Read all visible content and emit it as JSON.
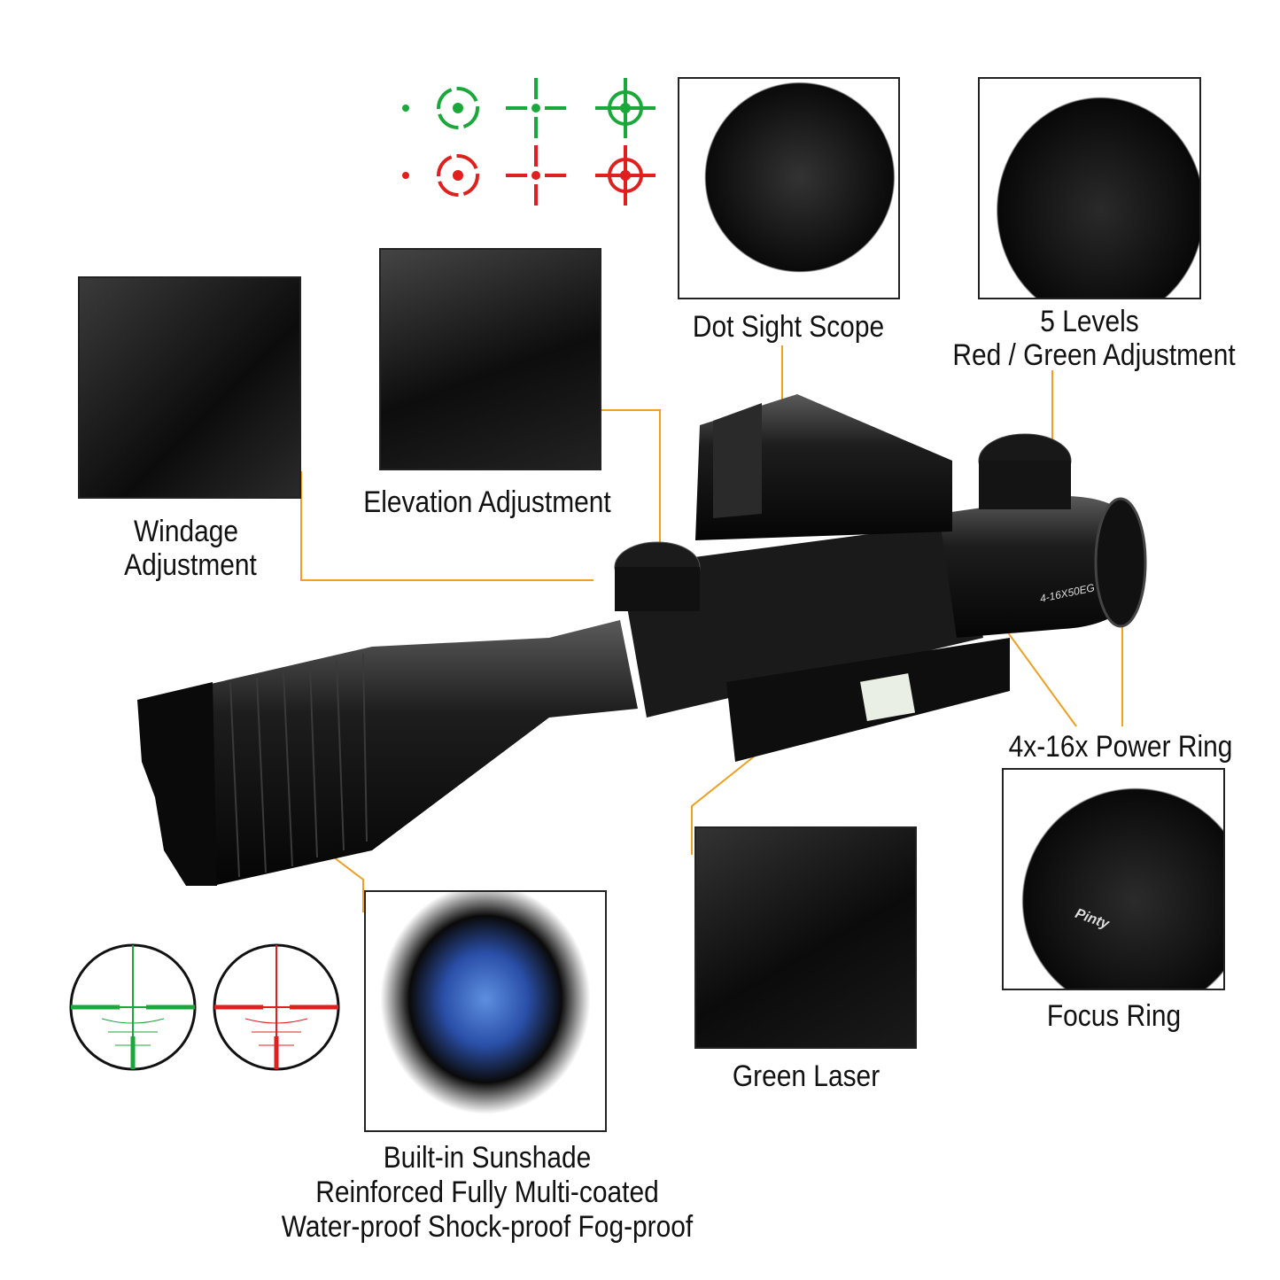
{
  "callouts": {
    "dot_sight": "Dot Sight Scope",
    "levels_line1": "5 Levels",
    "levels_line2": "Red / Green Adjustment",
    "windage_line1": "Windage",
    "windage_line2": "Adjustment",
    "elevation": "Elevation Adjustment",
    "power_ring": "4x-16x Power Ring",
    "focus_ring": "Focus Ring",
    "green_laser": "Green Laser",
    "sunshade_line1": "Built-in Sunshade",
    "sunshade_line2": "Reinforced Fully Multi-coated",
    "sunshade_line3": "Water-proof Shock-proof Fog-proof"
  },
  "product": {
    "model_marking": "4-16X50EG",
    "brand_logo": "Pinty"
  },
  "colors": {
    "leader_line": "#f0a020",
    "green_reticle": "#1aa83a",
    "red_reticle": "#e0201e",
    "scope_body": "#151515"
  },
  "reticle_icons": [
    "dot",
    "circle-dot",
    "crosshair",
    "crosshair-circle"
  ]
}
